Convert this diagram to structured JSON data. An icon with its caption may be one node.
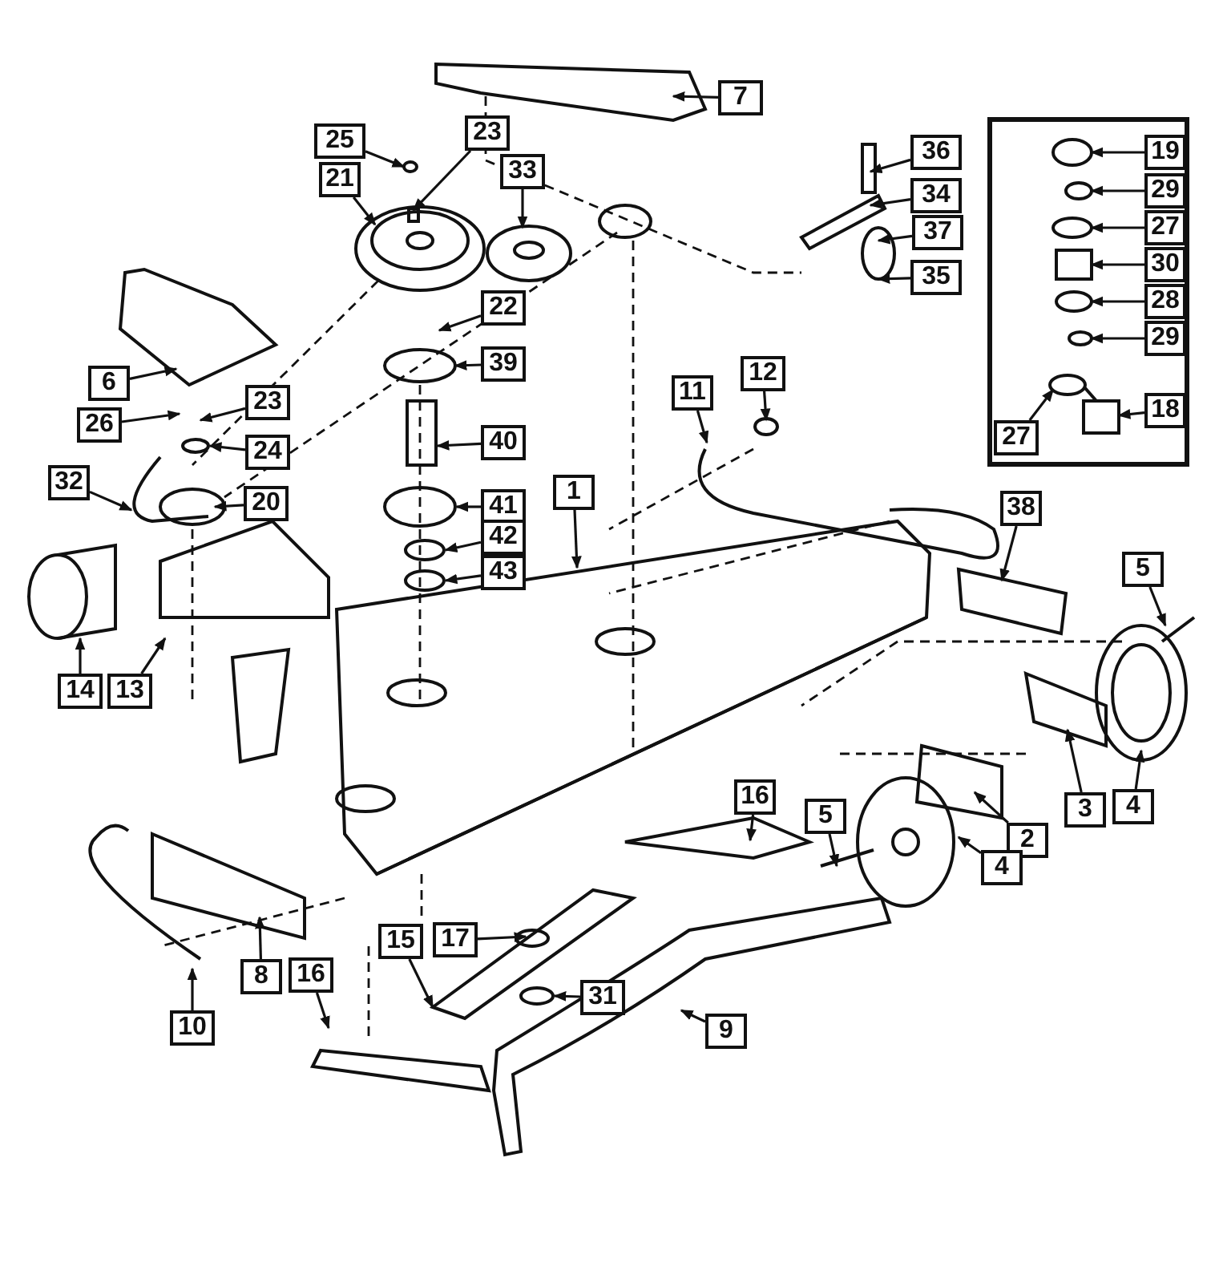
{
  "diagram": {
    "nodes": [
      {
        "text": [],
        "shape": "box"
      },
      {
        "text": [
          "7"
        ]
      },
      {
        "text": [
          "25"
        ]
      },
      {
        "text": [
          "36"
        ]
      },
      {
        "text": [
          "23"
        ]
      },
      {
        "text": [
          "19"
        ],
        "in": 0
      },
      {
        "text": [
          "21"
        ]
      },
      {
        "text": [
          "33"
        ]
      },
      {
        "text": [
          "34"
        ]
      },
      {
        "text": [
          "29"
        ],
        "in": 0
      },
      {
        "text": [
          "37"
        ]
      },
      {
        "text": [
          "27"
        ],
        "in": 0
      },
      {
        "text": [
          "30"
        ],
        "in": 0
      },
      {
        "text": [
          "35"
        ]
      },
      {
        "text": [
          "28"
        ],
        "in": 0
      },
      {
        "text": [
          "22"
        ]
      },
      {
        "text": [
          "29"
        ],
        "in": 0
      },
      {
        "text": [
          "27"
        ],
        "in": 0
      },
      {
        "text": [
          "39"
        ]
      },
      {
        "text": [
          "6"
        ]
      },
      {
        "text": [
          "11"
        ]
      },
      {
        "text": [
          "12"
        ]
      },
      {
        "text": [
          "23"
        ]
      },
      {
        "text": [
          "18"
        ],
        "in": 0
      },
      {
        "text": [
          "26"
        ]
      },
      {
        "text": [
          "40"
        ]
      },
      {
        "text": [
          "24"
        ]
      },
      {
        "text": [
          "1"
        ]
      },
      {
        "text": [
          "32"
        ]
      },
      {
        "text": [
          "20"
        ]
      },
      {
        "text": [
          "41"
        ]
      },
      {
        "text": [
          "38"
        ]
      },
      {
        "text": [
          "42"
        ]
      },
      {
        "text": [
          "5"
        ]
      },
      {
        "text": [
          "43"
        ]
      },
      {
        "text": [
          "14"
        ]
      },
      {
        "text": [
          "13"
        ]
      },
      {
        "text": [
          "4"
        ]
      },
      {
        "text": [
          "3"
        ]
      },
      {
        "text": [
          "2"
        ]
      },
      {
        "text": [
          "5"
        ]
      },
      {
        "text": [
          "16"
        ]
      },
      {
        "text": [
          "4"
        ]
      },
      {
        "text": [
          "17"
        ]
      },
      {
        "text": [
          "15"
        ]
      },
      {
        "text": [
          "8"
        ]
      },
      {
        "text": [
          "16"
        ]
      },
      {
        "text": [
          "31"
        ]
      },
      {
        "text": [
          "10"
        ]
      },
      {
        "text": [
          "9"
        ]
      }
    ],
    "edges": [
      {
        "from": 1,
        "to": null,
        "arrow": "to"
      },
      {
        "from": 2,
        "to": null,
        "arrow": "to"
      },
      {
        "from": 3,
        "to": null,
        "arrow": "to"
      },
      {
        "from": 4,
        "to": null,
        "arrow": "to"
      },
      {
        "from": 5,
        "to": null,
        "arrow": "to"
      },
      {
        "from": 6,
        "to": null,
        "arrow": "to"
      },
      {
        "from": 7,
        "to": null,
        "arrow": "to"
      },
      {
        "from": 8,
        "to": null,
        "arrow": "to"
      },
      {
        "from": 9,
        "to": null,
        "arrow": "to"
      },
      {
        "from": 10,
        "to": null,
        "arrow": "to"
      },
      {
        "from": 11,
        "to": null,
        "arrow": "to"
      },
      {
        "from": 12,
        "to": null,
        "arrow": "to"
      },
      {
        "from": 13,
        "to": null,
        "arrow": "to"
      },
      {
        "from": 14,
        "to": null,
        "arrow": "to"
      },
      {
        "from": 15,
        "to": null,
        "arrow": "to"
      },
      {
        "from": 16,
        "to": null,
        "arrow": "to"
      },
      {
        "from": 17,
        "to": null,
        "arrow": "to"
      },
      {
        "from": 18,
        "to": null,
        "arrow": "to"
      },
      {
        "from": 19,
        "to": null,
        "arrow": "to"
      },
      {
        "from": 20,
        "to": null,
        "arrow": "to"
      },
      {
        "from": 21,
        "to": null,
        "arrow": "to"
      },
      {
        "from": 22,
        "to": null,
        "arrow": "to"
      },
      {
        "from": 23,
        "to": null,
        "arrow": "to"
      },
      {
        "from": 24,
        "to": null,
        "arrow": "to"
      },
      {
        "from": 25,
        "to": null,
        "arrow": "to"
      },
      {
        "from": 26,
        "to": null,
        "arrow": "to"
      },
      {
        "from": 27,
        "to": null,
        "arrow": "to"
      },
      {
        "from": 28,
        "to": null,
        "arrow": "to"
      },
      {
        "from": 29,
        "to": null,
        "arrow": "to"
      },
      {
        "from": 30,
        "to": null,
        "arrow": "to"
      },
      {
        "from": 31,
        "to": null,
        "arrow": "to"
      },
      {
        "from": 32,
        "to": null,
        "arrow": "to"
      },
      {
        "from": 33,
        "to": null,
        "arrow": "to"
      },
      {
        "from": 34,
        "to": null,
        "arrow": "to"
      },
      {
        "from": 35,
        "to": null,
        "arrow": "to"
      },
      {
        "from": 36,
        "to": null,
        "arrow": "to"
      },
      {
        "from": 37,
        "to": null,
        "arrow": "to"
      },
      {
        "from": 38,
        "to": null,
        "arrow": "to"
      },
      {
        "from": 39,
        "to": null,
        "arrow": "to"
      },
      {
        "from": 40,
        "to": null,
        "arrow": "to"
      },
      {
        "from": 41,
        "to": null,
        "arrow": "to"
      },
      {
        "from": 42,
        "to": null,
        "arrow": "to"
      },
      {
        "from": 43,
        "to": null,
        "arrow": "to"
      },
      {
        "from": 44,
        "to": null,
        "arrow": "to"
      },
      {
        "from": 45,
        "to": null,
        "arrow": "to"
      },
      {
        "from": 46,
        "to": null,
        "arrow": "to"
      },
      {
        "from": 47,
        "to": null,
        "arrow": "to"
      },
      {
        "from": 48,
        "to": null,
        "arrow": "to"
      },
      {
        "from": 49,
        "to": null,
        "arrow": "to"
      }
    ]
  }
}
